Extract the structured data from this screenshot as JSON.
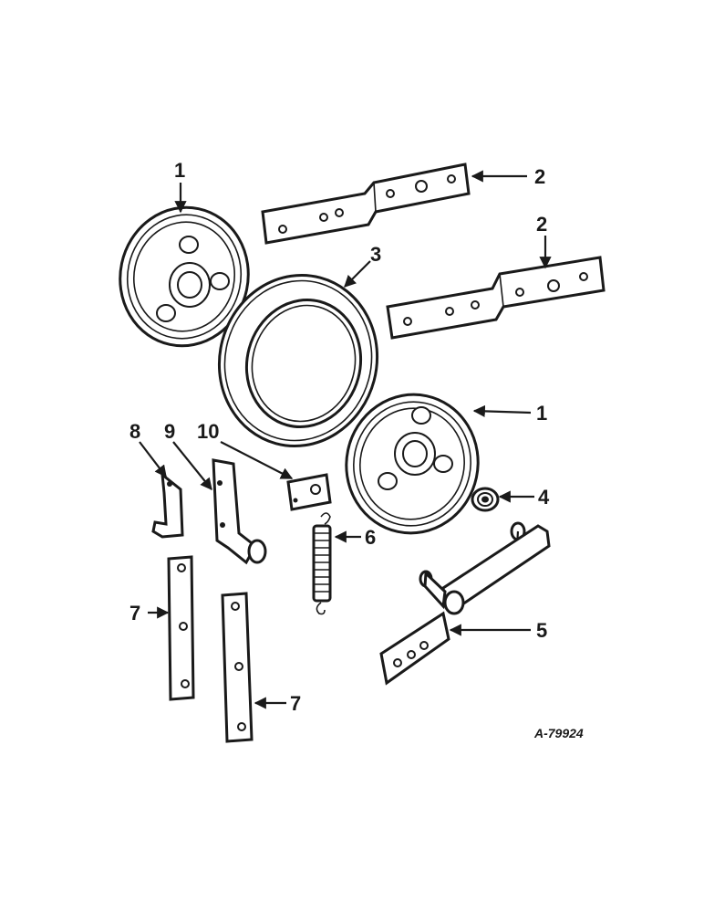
{
  "labels": {
    "wheel_top": "1",
    "wheel_bottom": "1",
    "bar_top": "2",
    "bar_mid": "2",
    "tire": "3",
    "bearing": "4",
    "arm": "5",
    "spring": "6",
    "strap_left": "7",
    "strap_right": "7",
    "bracket_8": "8",
    "bracket_9": "9",
    "plate_10": "10"
  },
  "figure_code": "A-79924"
}
